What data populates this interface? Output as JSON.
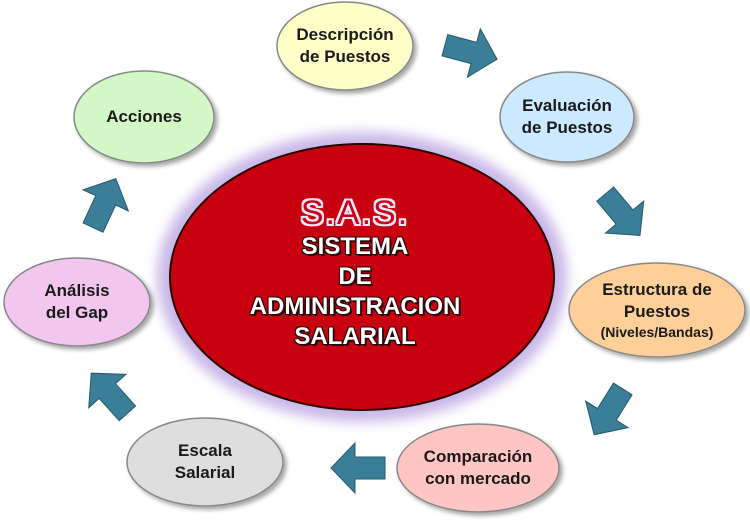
{
  "center": {
    "acronym": "S.A.S.",
    "title_lines": [
      "SISTEMA",
      "DE",
      "ADMINISTRACION",
      "SALARIAL"
    ]
  },
  "steps": [
    {
      "id": "descripcion",
      "lines": [
        "Descripción",
        "de Puestos"
      ],
      "fill": "#ffffc8"
    },
    {
      "id": "evaluacion",
      "lines": [
        "Evaluación",
        "de Puestos"
      ],
      "fill": "#cde9ff"
    },
    {
      "id": "estructura",
      "lines": [
        "Estructura de",
        "Puestos"
      ],
      "sub": "(Niveles/Bandas)",
      "fill": "#ffcf99"
    },
    {
      "id": "comparacion",
      "lines": [
        "Comparación",
        "con mercado"
      ],
      "fill": "#ffc4c4"
    },
    {
      "id": "escala",
      "lines": [
        "Escala",
        "Salarial"
      ],
      "fill": "#dedede"
    },
    {
      "id": "analisis",
      "lines": [
        "Análisis",
        "del Gap"
      ],
      "fill": "#f2c6ee"
    },
    {
      "id": "acciones",
      "lines": [
        "Acciones"
      ],
      "fill": "#d4f7c8"
    }
  ],
  "colors": {
    "center_fill": "#c8000f",
    "center_glow": "#c9b8e8",
    "arrow_fill": "#3a7e98",
    "ellipse_stroke": "#888888"
  }
}
